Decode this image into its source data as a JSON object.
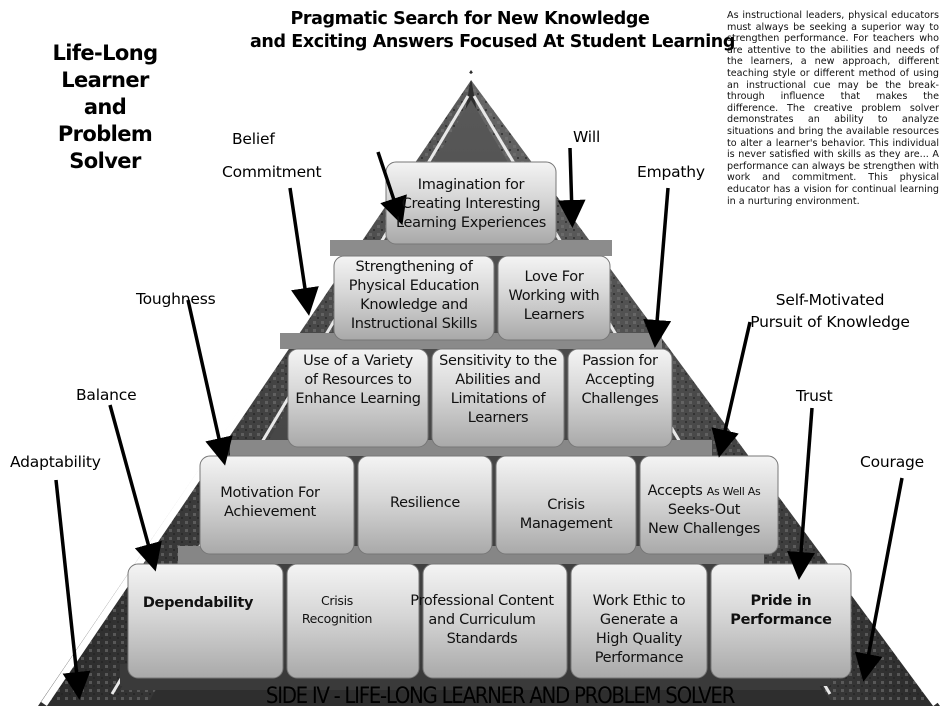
{
  "header": {
    "title_line1": "Pragmatic Search for New Knowledge",
    "title_line2": "and Exciting Answers Focused At Student Learning",
    "side_title": [
      "Life-Long Learner",
      "and",
      "Problem Solver"
    ]
  },
  "description": "As instructional leaders, physical educators must always be seeking a superior way to strengthen performance. For teachers who are attentive to the abilities and needs of the learners, a new approach, different teaching style or different method of using an instructional cue may be the break-through influence that makes the difference. The creative problem solver demonstrates an ability to analyze situations and bring the available resources to alter a learner's behavior. This individual is never satisfied with skills as they are... A performance can always be strengthen with work and commitment. This physical educator has a vision for continual learning in a nurturing environment.",
  "bottom_title": "SIDE IV  -  LIFE-LONG LEARNER AND PROBLEM SOLVER",
  "left_traits": {
    "belief": "Belief",
    "commitment": "Commitment",
    "toughness": "Toughness",
    "balance": "Balance",
    "adaptability": "Adaptability"
  },
  "right_traits": {
    "will": "Will",
    "empathy": "Empathy",
    "self_motivated_1": "Self-Motivated",
    "self_motivated_2": "Pursuit of Knowledge",
    "trust": "Trust",
    "courage": "Courage"
  },
  "pyramid": {
    "row1": [
      {
        "lines": [
          "Imagination for",
          "Creating Interesting",
          "Learning Experiences"
        ]
      }
    ],
    "row2": [
      {
        "lines": [
          "Strengthening of",
          "Physical Education",
          "Knowledge and",
          "Instructional Skills"
        ]
      },
      {
        "lines": [
          "Love For",
          "Working with",
          "Learners"
        ]
      }
    ],
    "row3": [
      {
        "lines": [
          "Use of a Variety",
          "of Resources to",
          "Enhance Learning"
        ]
      },
      {
        "lines": [
          "Sensitivity to the",
          "Abilities and",
          "Limitations of",
          "Learners"
        ]
      },
      {
        "lines": [
          "Passion for",
          "Accepting",
          "Challenges"
        ]
      }
    ],
    "row4": [
      {
        "lines": [
          "Motivation For",
          "Achievement"
        ]
      },
      {
        "lines": [
          "Resilience"
        ]
      },
      {
        "lines": [
          "Crisis",
          "Management"
        ]
      },
      {
        "accepts": "Accepts",
        "as_well_as": "As Well As",
        "line2": "Seeks-Out",
        "line3": "New  Challenges"
      }
    ],
    "row5": [
      {
        "lines": [
          "Dependability"
        ]
      },
      {
        "lines": [
          "Crisis",
          "Recognition"
        ]
      },
      {
        "lines": [
          "Professional Content",
          "and Curriculum",
          "Standards"
        ]
      },
      {
        "lines": [
          "Work Ethic to",
          "Generate a",
          "High Quality",
          "Performance"
        ]
      },
      {
        "lines": [
          "Pride in",
          "Performance"
        ]
      }
    ]
  }
}
